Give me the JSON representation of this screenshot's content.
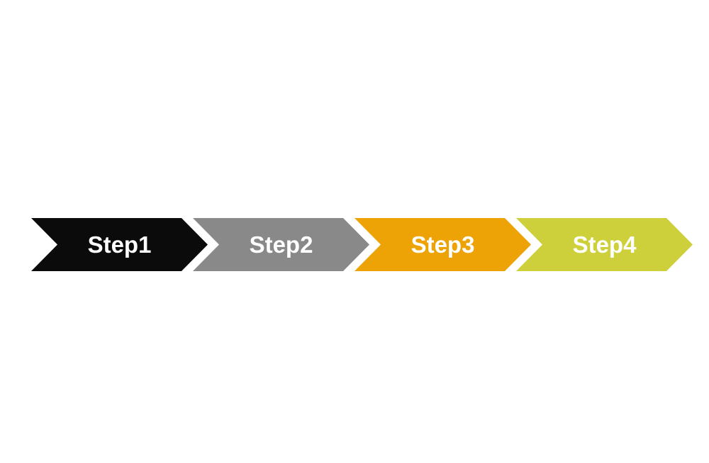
{
  "diagram": {
    "type": "process-flow-chevrons",
    "background_color": "#ffffff",
    "text_color": "#ffffff",
    "steps": [
      {
        "label": "Step1",
        "color": "#0b0b0b"
      },
      {
        "label": "Step2",
        "color": "#898989"
      },
      {
        "label": "Step3",
        "color": "#eda206"
      },
      {
        "label": "Step4",
        "color": "#cdd03a"
      }
    ]
  }
}
